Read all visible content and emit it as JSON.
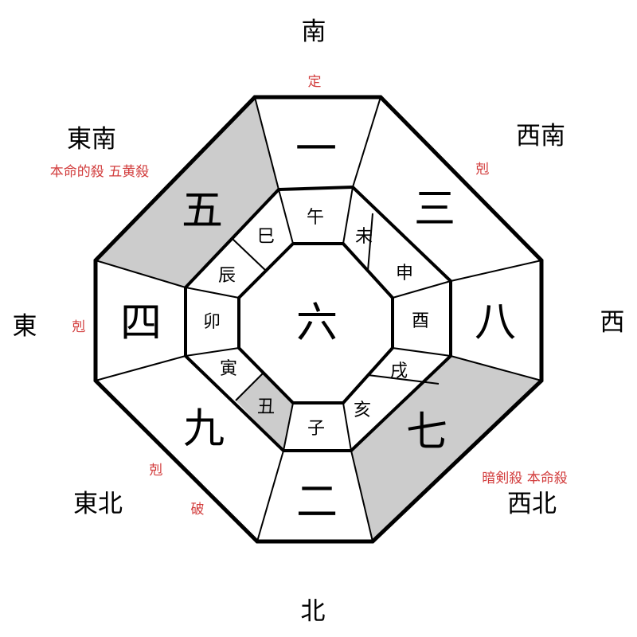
{
  "colors": {
    "line": "#000000",
    "shaded": "#cccccc",
    "annotation": "#d23c3c",
    "background": "#ffffff"
  },
  "center": {
    "star": "六"
  },
  "sectors": {
    "south": {
      "direction": "南",
      "star": "一",
      "zodiac": "午",
      "notes": [
        "定"
      ],
      "shaded": false
    },
    "southwest": {
      "direction": "西南",
      "star": "三",
      "zodiac": "未",
      "zodiac2": "申",
      "notes": [
        "剋"
      ],
      "shaded": false
    },
    "west": {
      "direction": "西",
      "star": "八",
      "zodiac": "酉",
      "notes": [],
      "shaded": false
    },
    "northwest": {
      "direction": "西北",
      "star": "七",
      "zodiac": "戌",
      "zodiac2": "亥",
      "notes": [
        "暗剣殺 本命殺"
      ],
      "shaded": true
    },
    "north": {
      "direction": "北",
      "star": "二",
      "zodiac": "子",
      "notes": [],
      "shaded": false
    },
    "northeast": {
      "direction": "東北",
      "star": "九",
      "zodiac": "丑",
      "zodiac2": "寅",
      "notes": [
        "剋",
        "破"
      ],
      "shaded": false,
      "zodiac_shaded": "丑"
    },
    "east": {
      "direction": "東",
      "star": "四",
      "zodiac": "卯",
      "notes": [
        "剋"
      ],
      "shaded": false
    },
    "southeast": {
      "direction": "東南",
      "star": "五",
      "zodiac": "辰",
      "zodiac2": "巳",
      "notes": [
        "本命的殺 五黄殺"
      ],
      "shaded": true
    }
  }
}
